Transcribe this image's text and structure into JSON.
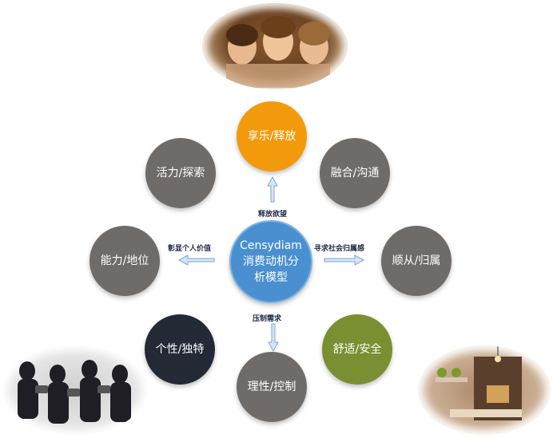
{
  "center": {
    "line1": "Censydiam",
    "line2": "消费动机分",
    "line3": "析模型",
    "color": "#4a90d0"
  },
  "nodes": {
    "top": "享乐/释放",
    "top_left": "活力/探索",
    "top_right": "融合/沟通",
    "left": "能力/地位",
    "right": "顺从/归属",
    "bottom_left": "个性/独特",
    "bottom_right": "舒适/安全",
    "bottom": "理性/控制"
  },
  "edge_labels": {
    "up": "释放欲望",
    "left": "彰显个人价值",
    "right": "寻求社会归属感",
    "down": "压制需求"
  },
  "colors": {
    "top": "#f39a0c",
    "gray": "#6e6b69",
    "bottom_left": "#232a36",
    "bottom_right": "#7a8f32",
    "arrow": "#9cbfe3"
  },
  "photos": {
    "top": "friends-laughing-photo",
    "bottom_left": "photographers-group-photo",
    "bottom_right": "living-room-interior-photo"
  }
}
